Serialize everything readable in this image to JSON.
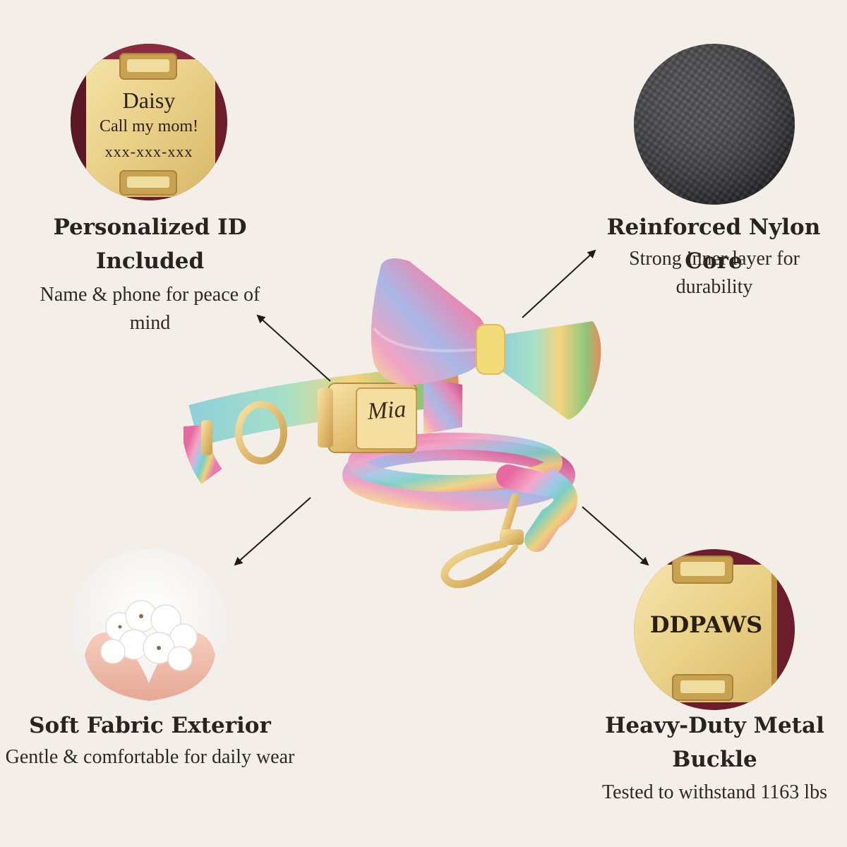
{
  "features": {
    "personalized": {
      "title": "Personalized ID Included",
      "description": "Name & phone for peace of mind",
      "tag": {
        "name": "Daisy",
        "line1": "Call my mom!",
        "line2": "xxx-xxx-xxx"
      }
    },
    "nylon": {
      "title": "Reinforced Nylon Core",
      "description": "Strong inner layer for durability"
    },
    "fabric": {
      "title": "Soft Fabric Exterior",
      "description": "Gentle & comfortable for daily wear"
    },
    "buckle": {
      "title": "Heavy-Duty Metal Buckle",
      "description": "Tested to withstand 1163 lbs",
      "tag": {
        "brand": "DDPAWS"
      }
    }
  },
  "product": {
    "engraving": "Mia"
  },
  "colors": {
    "background": "#f3efe8",
    "gold": "#e2c57a",
    "text": "#2a2220"
  }
}
